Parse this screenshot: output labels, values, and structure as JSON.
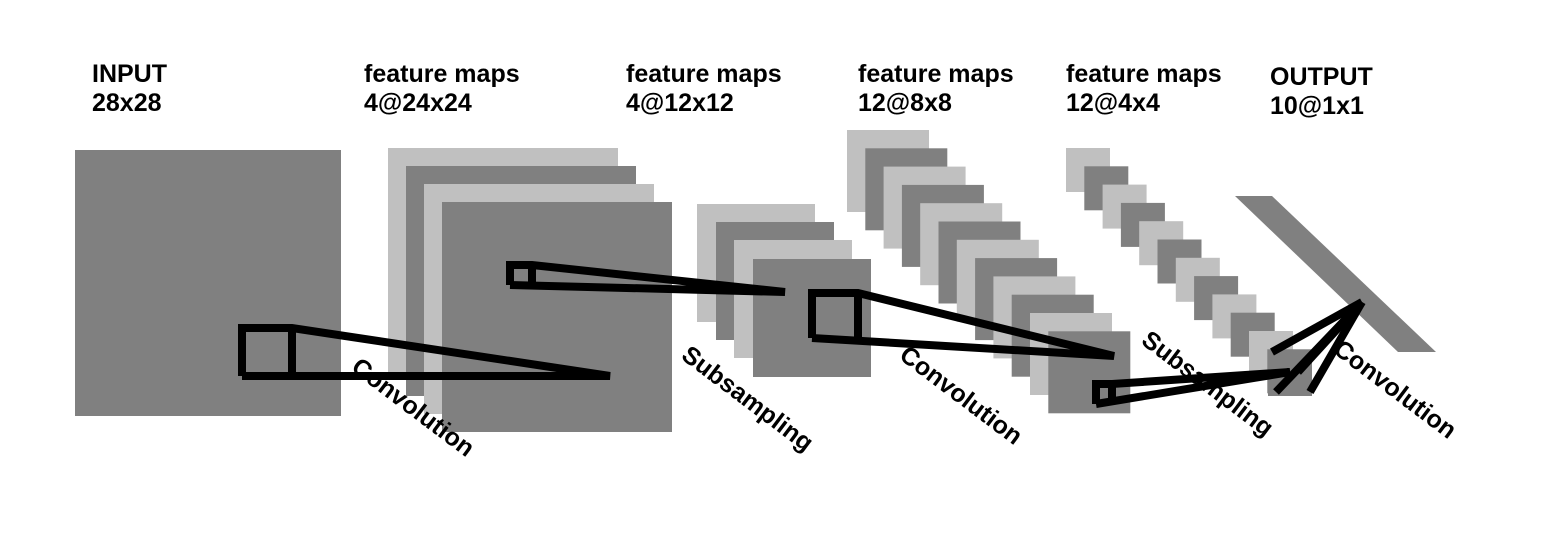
{
  "colors": {
    "background": "#ffffff",
    "map_dark": "#808080",
    "map_light": "#c0c0c0",
    "line": "#000000"
  },
  "layers": [
    {
      "title": "INPUT",
      "size": "28x28"
    },
    {
      "title": "feature maps",
      "size": "4@24x24"
    },
    {
      "title": "feature maps",
      "size": "4@12x12"
    },
    {
      "title": "feature maps",
      "size": "12@8x8"
    },
    {
      "title": "feature maps",
      "size": "12@4x4"
    },
    {
      "title": "OUTPUT",
      "size": "10@1x1"
    }
  ],
  "operations": [
    "Convolution",
    "Subsampling",
    "Convolution",
    "Subsampling",
    "Convolution"
  ]
}
